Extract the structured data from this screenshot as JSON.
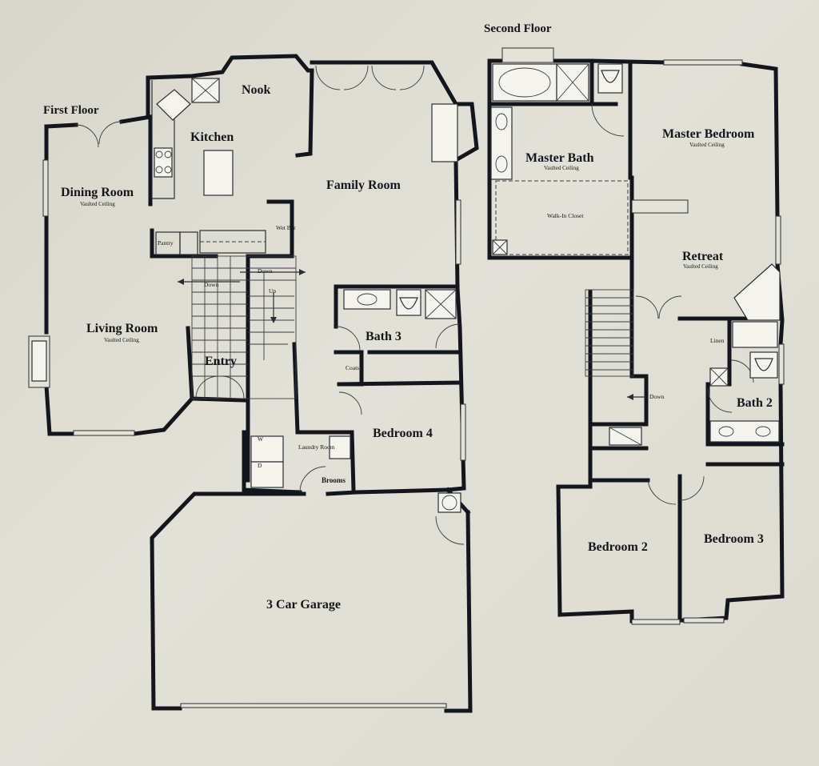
{
  "floors": {
    "first": "First Floor",
    "second": "Second Floor"
  },
  "rooms": {
    "nook": "Nook",
    "kitchen": "Kitchen",
    "dining": "Dining Room",
    "family": "Family Room",
    "wet_bar": "Wet Bar",
    "pantry": "Pantry",
    "living": "Living Room",
    "entry": "Entry",
    "bath3": "Bath 3",
    "coats": "Coats",
    "bedroom4": "Bedroom 4",
    "laundry": "Laundry Room",
    "brooms": "Brooms",
    "garage": "3 Car Garage",
    "master_bath": "Master Bath",
    "master_bedroom": "Master Bedroom",
    "walkin": "Walk-In Closet",
    "retreat": "Retreat",
    "linen": "Linen",
    "bath2": "Bath 2",
    "bedroom2": "Bedroom 2",
    "bedroom3": "Bedroom 3"
  },
  "notes": {
    "vaulted": "Vaulted Ceiling",
    "down": "Down",
    "up": "Up",
    "washer": "W",
    "dryer": "D"
  }
}
